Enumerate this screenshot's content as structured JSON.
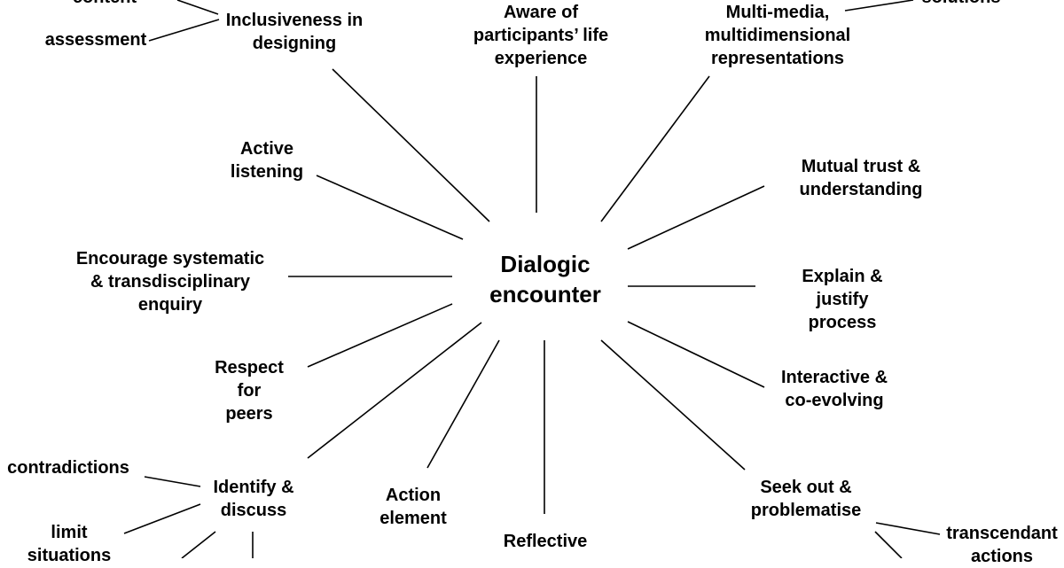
{
  "diagram": {
    "center": {
      "line1": "Dialogic",
      "line2": "encounter"
    },
    "nodes": {
      "inclusiveness": {
        "line1": "Inclusiveness in",
        "line2": "designing"
      },
      "aware": {
        "line1": "Aware of",
        "line2": "participants’ life",
        "line3": "experience"
      },
      "multimedia": {
        "line1": "Multi-media,",
        "line2": "multidimensional",
        "line3": "representations"
      },
      "active_listening": {
        "line1": "Active",
        "line2": "listening"
      },
      "mutual_trust": {
        "line1": "Mutual trust &",
        "line2": "understanding"
      },
      "encourage": {
        "line1": "Encourage systematic",
        "line2": "& transdisciplinary",
        "line3": "enquiry"
      },
      "explain": {
        "line1": "Explain &",
        "line2": "justify",
        "line3": "process"
      },
      "respect": {
        "line1": "Respect",
        "line2": "for",
        "line3": "peers"
      },
      "interactive": {
        "line1": "Interactive &",
        "line2": "co-evolving"
      },
      "identify": {
        "line1": "Identify &",
        "line2": "discuss"
      },
      "action": {
        "line1": "Action",
        "line2": "element"
      },
      "reflective": {
        "line1": "Reflective"
      },
      "seek": {
        "line1": "Seek out &",
        "line2": "problematise"
      }
    },
    "subnodes": {
      "content": "content",
      "assessment": "assessment",
      "solutions": "solutions",
      "contradictions": "contradictions",
      "limit": {
        "line1": "limit",
        "line2": "situations"
      },
      "transcendant": {
        "line1": "transcendant",
        "line2": "actions"
      }
    }
  }
}
